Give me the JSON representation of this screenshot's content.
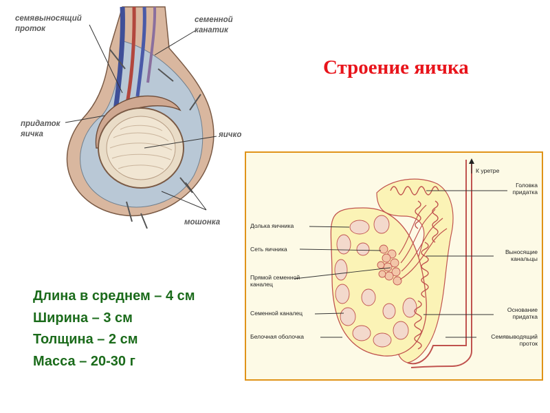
{
  "title": "Строение яичка",
  "anatomy_labels": {
    "vas_deferens": [
      "семявыносящий",
      "проток"
    ],
    "spermatic_cord": [
      "семенной",
      "канатик"
    ],
    "epididymis": [
      "придаток",
      "яичка"
    ],
    "testis": "яичко",
    "scrotum": "мошонка"
  },
  "stats": [
    "Длина в среднем – 4 см",
    "Ширина – 3 см",
    "Толщина – 2 см",
    "Масса – 20-30 г"
  ],
  "schema_labels": {
    "to_urethra": "К уретре",
    "head_epididymis": [
      "Головка",
      "придатка"
    ],
    "lobule": "Долька яичника",
    "rete_testis": "Сеть яичника",
    "straight_tubule": [
      "Прямой семенной",
      "каналец"
    ],
    "efferent_ducts": [
      "Выносящие",
      "канальцы"
    ],
    "seminiferous_tubule": "Семенной каналец",
    "base_epididymis": [
      "Основание",
      "придатка"
    ],
    "tunica_albuginea": "Белочная оболочка",
    "vas_deferens": [
      "Семявыводящий",
      "проток"
    ]
  },
  "colors": {
    "title": "#e8141b",
    "stats": "#1b6b1b",
    "frame_border": "#e09318",
    "frame_bg": "#fdfae6",
    "testis_fill": "#fbf3b6",
    "tubule": "#c0524e",
    "lobule_fill": "#f3d9cc"
  }
}
